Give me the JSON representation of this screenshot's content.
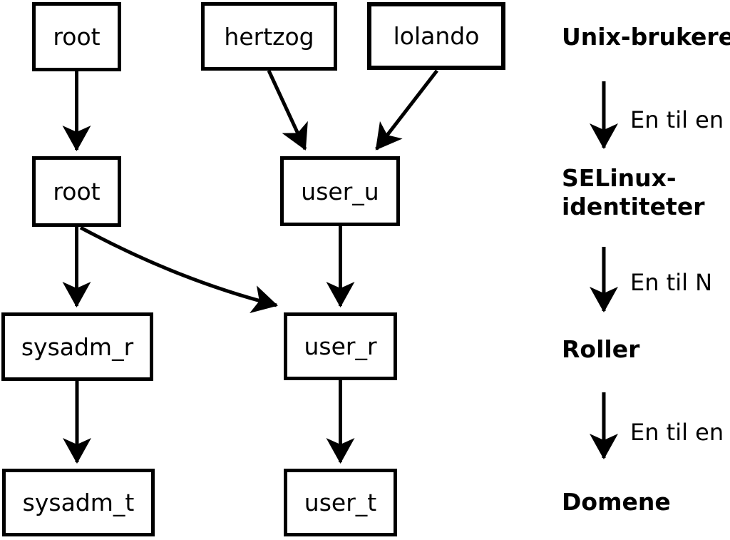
{
  "diagram": {
    "nodes": {
      "unix_root": "root",
      "unix_hertzog": "hertzog",
      "unix_lolando": "lolando",
      "selinux_root": "root",
      "selinux_user_u": "user_u",
      "role_sysadm_r": "sysadm_r",
      "role_user_r": "user_r",
      "domain_sysadm_t": "sysadm_t",
      "domain_user_t": "user_t"
    },
    "legend": {
      "unix_label": "Unix-brukere",
      "selinux_label_line1": "SELinux-",
      "selinux_label_line2": "identiteter",
      "roller_label": "Roller",
      "domene_label": "Domene",
      "edge_unix_to_selinux": "En til en",
      "edge_selinux_to_roller": "En til N",
      "edge_roller_to_domene": "En til en"
    },
    "colors": {
      "ink": "#000000",
      "background": "#ffffff"
    }
  }
}
